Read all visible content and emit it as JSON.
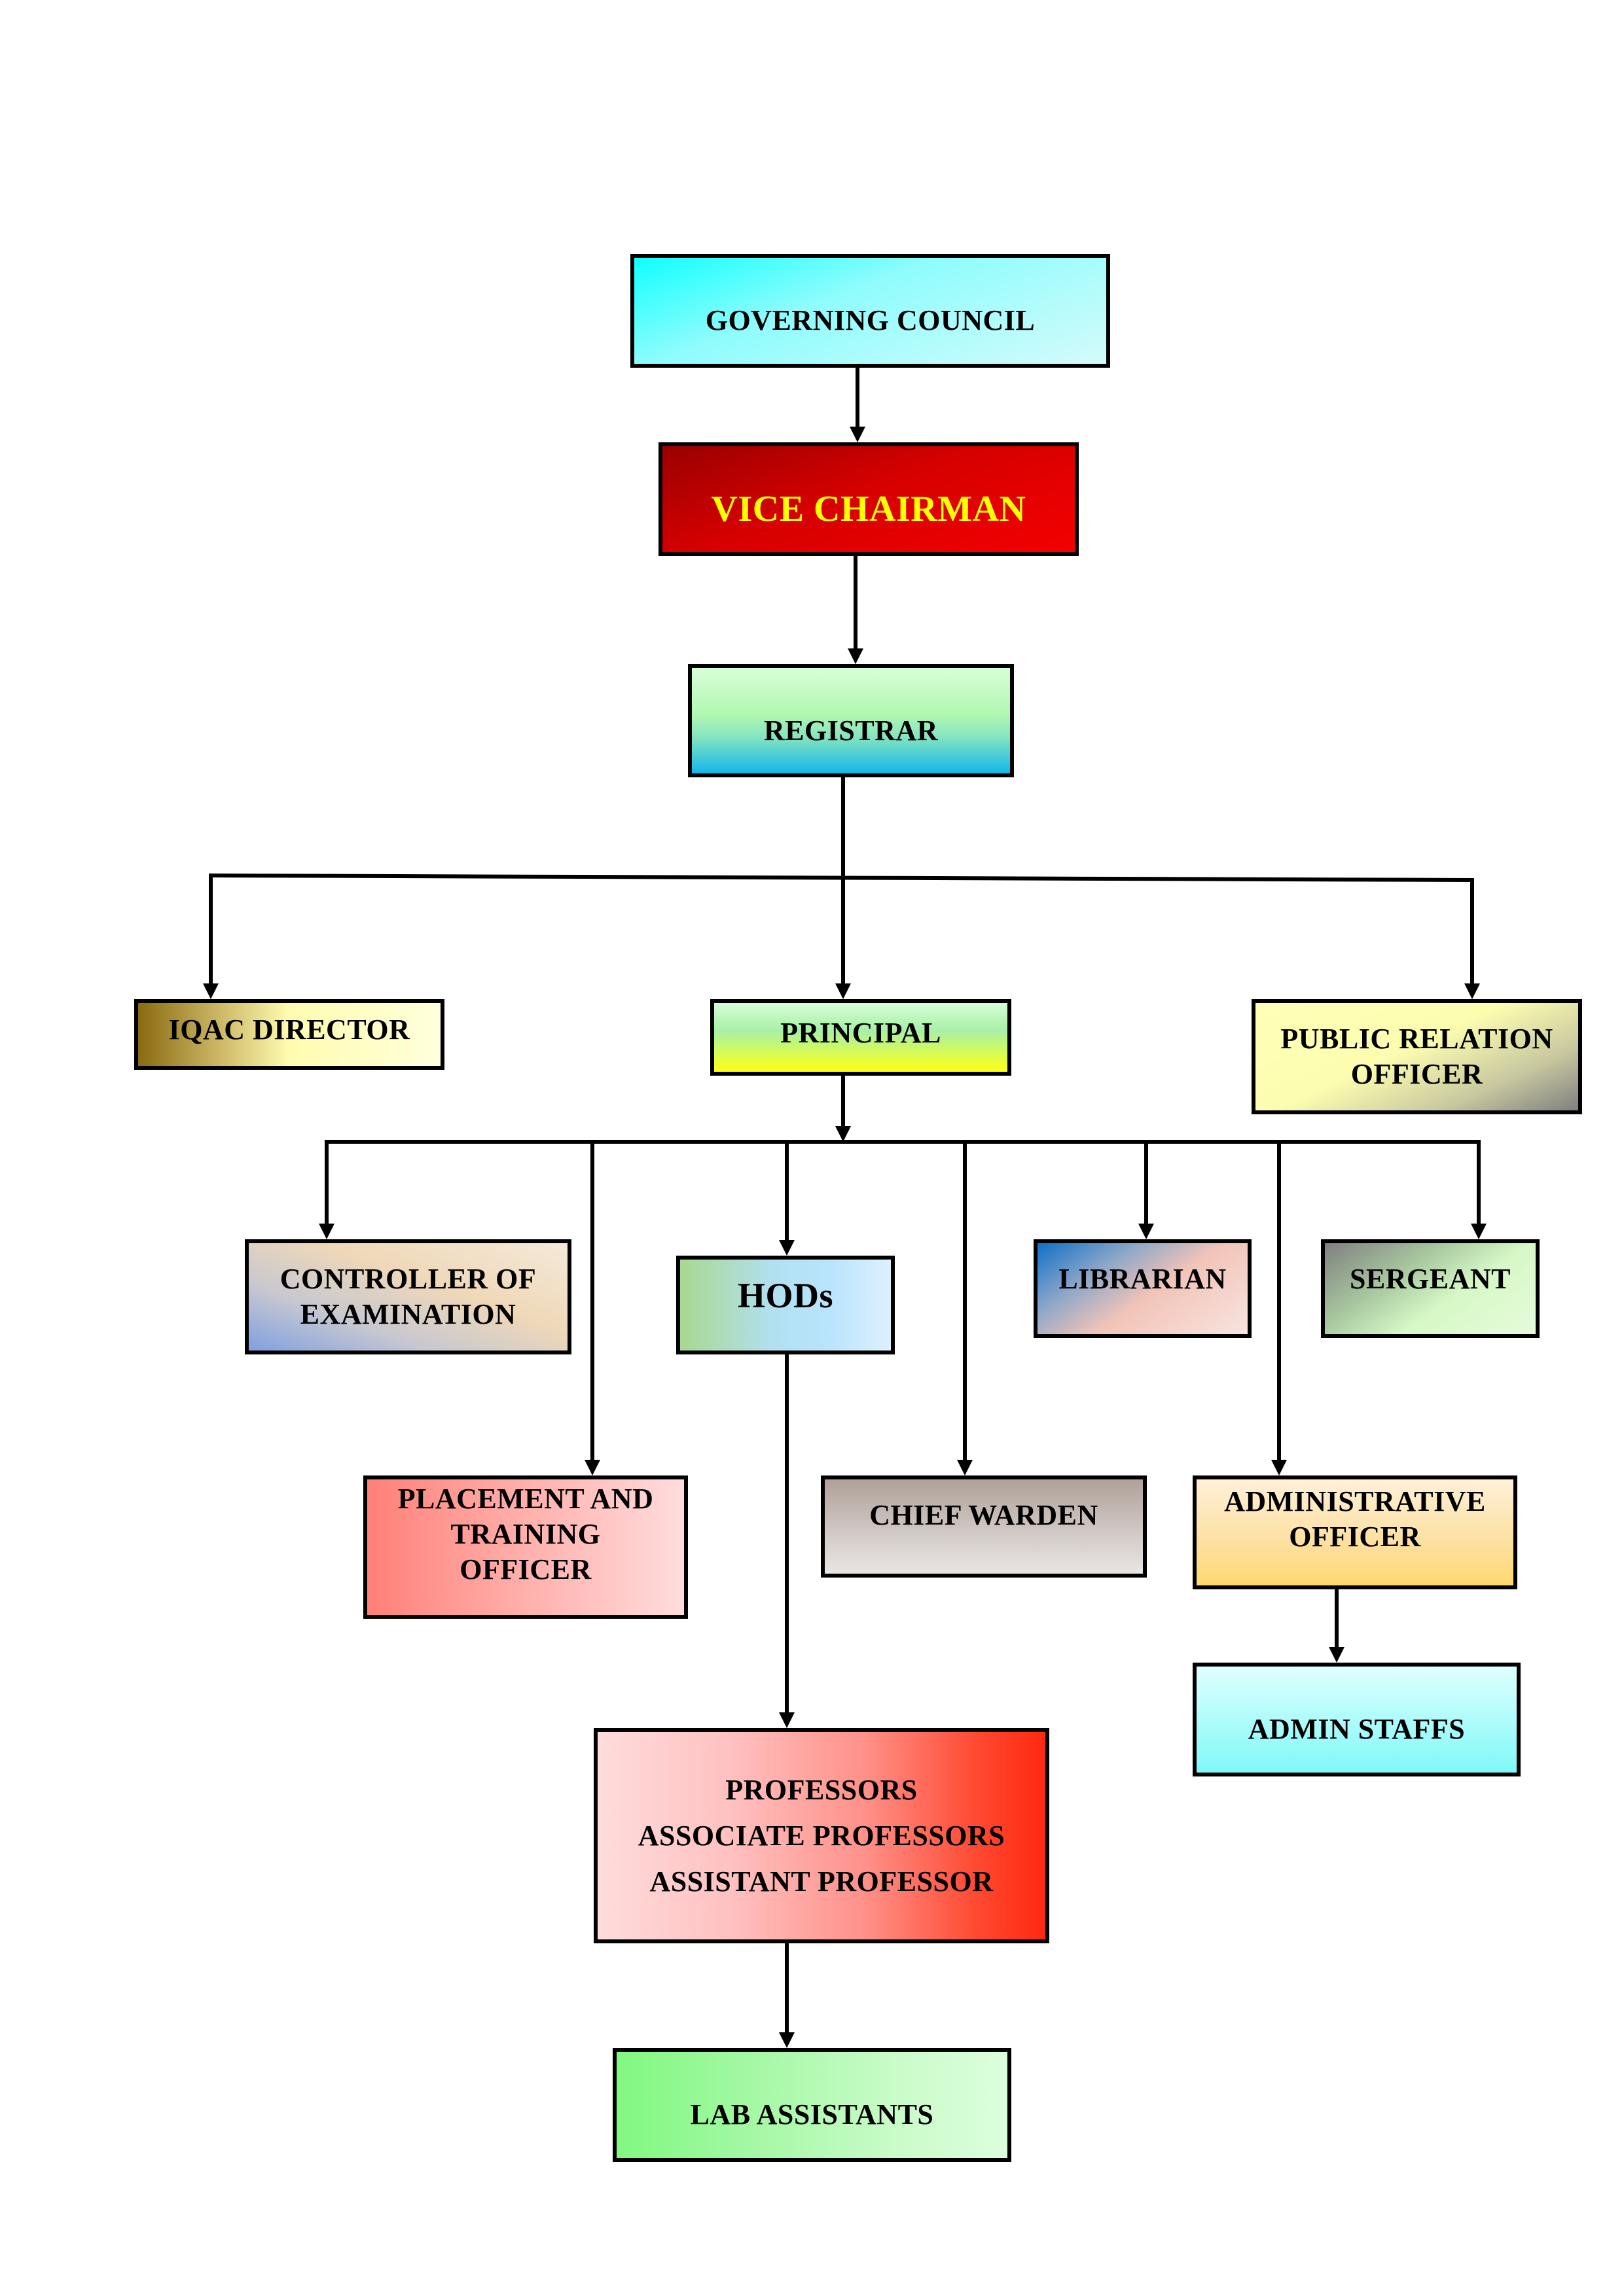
{
  "chart": {
    "nodes": {
      "governing_council": {
        "lines": [
          "GOVERNING COUNCIL"
        ]
      },
      "vice_chairman": {
        "lines": [
          "VICE CHAIRMAN"
        ]
      },
      "registrar": {
        "lines": [
          "REGISTRAR"
        ]
      },
      "iqac_director": {
        "lines": [
          "IQAC DIRECTOR"
        ]
      },
      "principal": {
        "lines": [
          "PRINCIPAL"
        ]
      },
      "public_relation_officer": {
        "lines": [
          "PUBLIC RELATION",
          "OFFICER"
        ]
      },
      "controller_of_examination": {
        "lines": [
          "CONTROLLER OF",
          "EXAMINATION"
        ]
      },
      "hods": {
        "lines": [
          "HODs"
        ]
      },
      "librarian": {
        "lines": [
          "LIBRARIAN"
        ]
      },
      "sergeant": {
        "lines": [
          "SERGEANT"
        ]
      },
      "placement_officer": {
        "lines": [
          "PLACEMENT AND",
          "TRAINING",
          "OFFICER"
        ]
      },
      "chief_warden": {
        "lines": [
          "CHIEF WARDEN"
        ]
      },
      "administrative_officer": {
        "lines": [
          "ADMINISTRATIVE",
          "OFFICER"
        ]
      },
      "admin_staffs": {
        "lines": [
          "ADMIN STAFFS"
        ]
      },
      "faculty": {
        "lines": [
          "PROFESSORS",
          "ASSOCIATE PROFESSORS",
          "ASSISTANT PROFESSOR"
        ]
      },
      "lab_assistants": {
        "lines": [
          "LAB ASSISTANTS"
        ]
      }
    },
    "edges": [
      [
        "governing_council",
        "vice_chairman"
      ],
      [
        "vice_chairman",
        "registrar"
      ],
      [
        "registrar",
        "iqac_director"
      ],
      [
        "registrar",
        "principal"
      ],
      [
        "registrar",
        "public_relation_officer"
      ],
      [
        "principal",
        "controller_of_examination"
      ],
      [
        "principal",
        "placement_officer"
      ],
      [
        "principal",
        "hods"
      ],
      [
        "principal",
        "chief_warden"
      ],
      [
        "principal",
        "librarian"
      ],
      [
        "principal",
        "administrative_officer"
      ],
      [
        "principal",
        "sergeant"
      ],
      [
        "hods",
        "faculty"
      ],
      [
        "faculty",
        "lab_assistants"
      ],
      [
        "administrative_officer",
        "admin_staffs"
      ]
    ],
    "colors": {
      "connector": "#000000",
      "vice_chairman_text": "#ffff00",
      "vice_chairman_fill": "#e00000"
    }
  }
}
